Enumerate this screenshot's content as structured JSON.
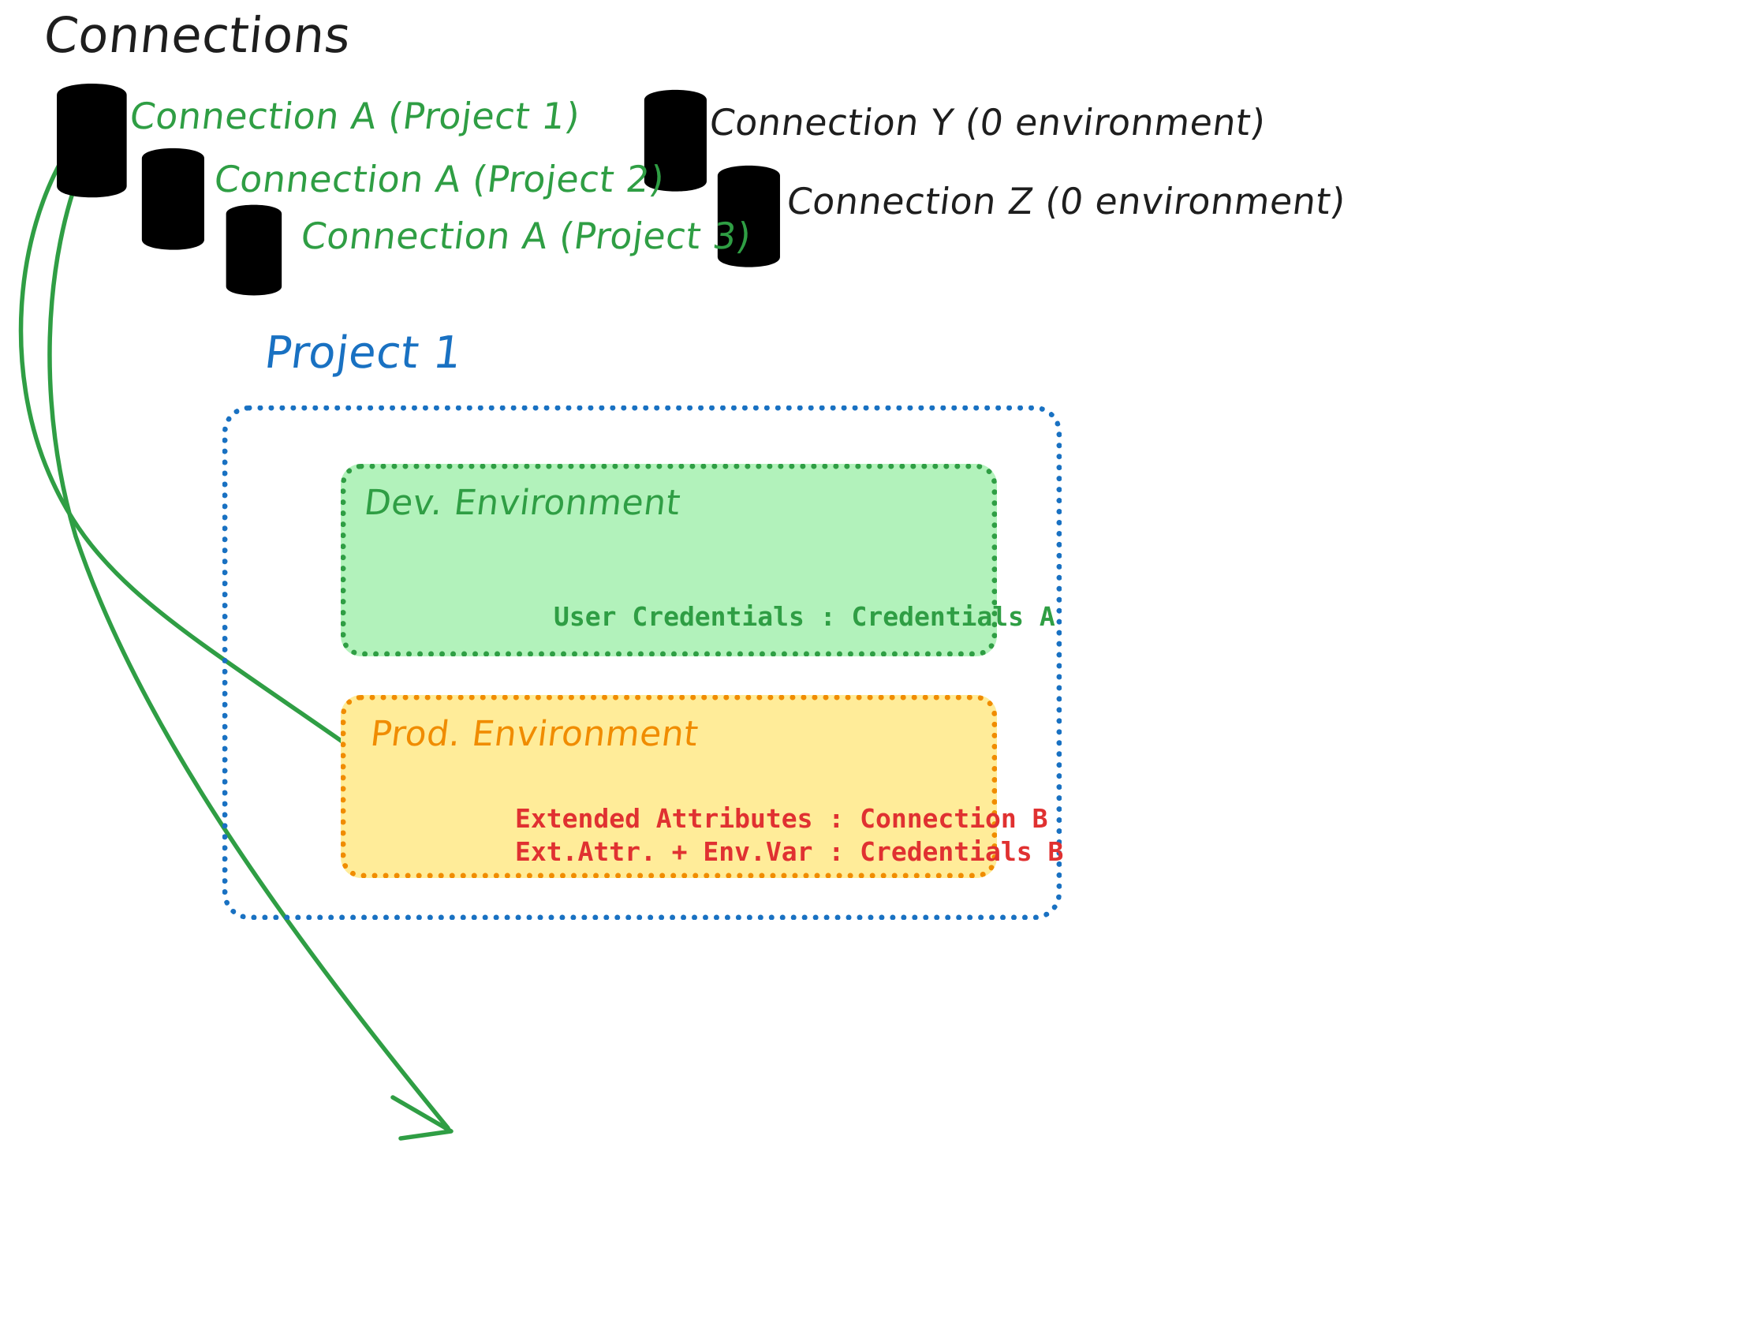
{
  "diagram": {
    "title": "Connections",
    "background_color": "#ffffff"
  },
  "colors": {
    "green_stroke": "#2f9e44",
    "green_fill": "#b2f2bb",
    "blue_stroke": "#1971c2",
    "orange_stroke": "#f08c00",
    "yellow_fill": "#ffec99",
    "red_text": "#e03131",
    "gray_fill": "#ced4da",
    "black_stroke": "#1e1e1e"
  },
  "connections": {
    "active": [
      {
        "icon": "database-icon",
        "label": "Connection A (Project 1)",
        "color": "#2f9e44"
      },
      {
        "icon": "database-icon",
        "label": "Connection A (Project 2)",
        "color": "#2f9e44"
      },
      {
        "icon": "database-icon",
        "label": "Connection A (Project 3)",
        "color": "#2f9e44"
      }
    ],
    "inactive": [
      {
        "icon": "database-icon",
        "label": "Connection Y (0 environment)",
        "color": "#1e1e1e"
      },
      {
        "icon": "database-icon",
        "label": "Connection Z (0 environment)",
        "color": "#1e1e1e"
      }
    ]
  },
  "project": {
    "title": "Project 1",
    "environments": [
      {
        "name": "Dev. Environment",
        "fill": "#b2f2bb",
        "stroke": "#2f9e44",
        "text_color": "#2f9e44",
        "lines": [
          "User Credentials : Credentials A"
        ]
      },
      {
        "name": "Prod. Environment",
        "fill": "#ffec99",
        "stroke": "#f08c00",
        "text_color": "#e03131",
        "lines": [
          "Extended Attributes : Connection B",
          "Ext.Attr. + Env.Var : Credentials B"
        ]
      }
    ]
  },
  "arrows": [
    {
      "name": "arrow-to-dev-environment",
      "from": "Connection A (Project 1)",
      "to": "Dev. Environment",
      "color": "#2f9e44"
    },
    {
      "name": "arrow-to-prod-environment",
      "from": "Connection A (Project 1)",
      "to": "Prod. Environment",
      "color": "#2f9e44"
    }
  ]
}
